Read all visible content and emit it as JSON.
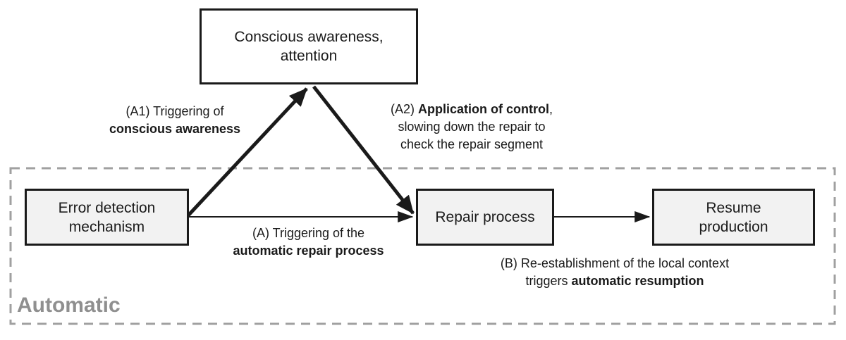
{
  "diagram": {
    "boxes": {
      "awareness": {
        "text": "Conscious awareness,\nattention"
      },
      "error_detection": {
        "text": "Error detection\nmechanism"
      },
      "repair_process": {
        "text": "Repair process"
      },
      "resume_production": {
        "text": "Resume\nproduction"
      }
    },
    "labels": {
      "a1": {
        "line1": "(A1) Triggering of",
        "line2_bold": "conscious awareness"
      },
      "a2": {
        "line1_prefix": "(A2) ",
        "line1_bold": "Application of control",
        "line1_suffix": ",",
        "line2": "slowing down the repair to",
        "line3": "check the repair segment"
      },
      "a": {
        "line1": "(A) Triggering of the",
        "line2_bold": "automatic repair process"
      },
      "b": {
        "line1": "(B) Re-establishment of the local context",
        "line2_prefix": "triggers ",
        "line2_bold": "automatic resumption"
      }
    },
    "region_label": "Automatic",
    "colors": {
      "box_fill": "#f2f2f2",
      "awareness_fill": "#ffffff",
      "box_border": "#1a1a1a",
      "arrow": "#1a1a1a",
      "dashed_border": "#a0a0a0",
      "region_label_text": "#8f8f8f"
    }
  }
}
